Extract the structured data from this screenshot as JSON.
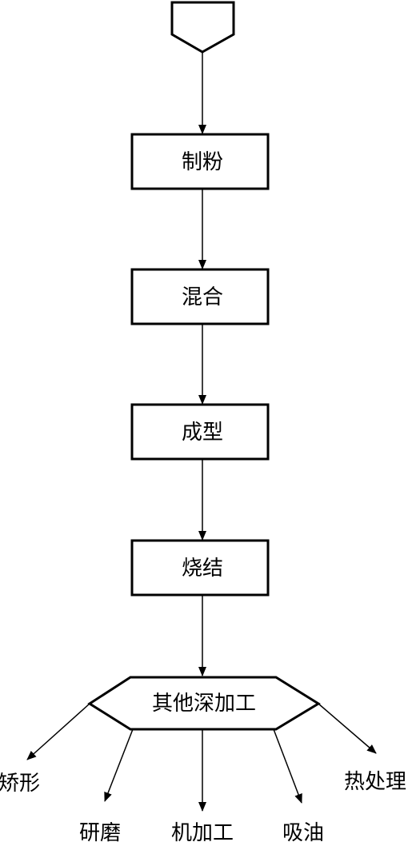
{
  "flowchart": {
    "steps": [
      "制粉",
      "混合",
      "成型",
      "烧结"
    ],
    "hub": "其他深加工",
    "branches": [
      "矫形",
      "研磨",
      "机加工",
      "吸油",
      "热处理"
    ]
  },
  "colors": {
    "stroke": "#000000",
    "background": "#ffffff"
  }
}
